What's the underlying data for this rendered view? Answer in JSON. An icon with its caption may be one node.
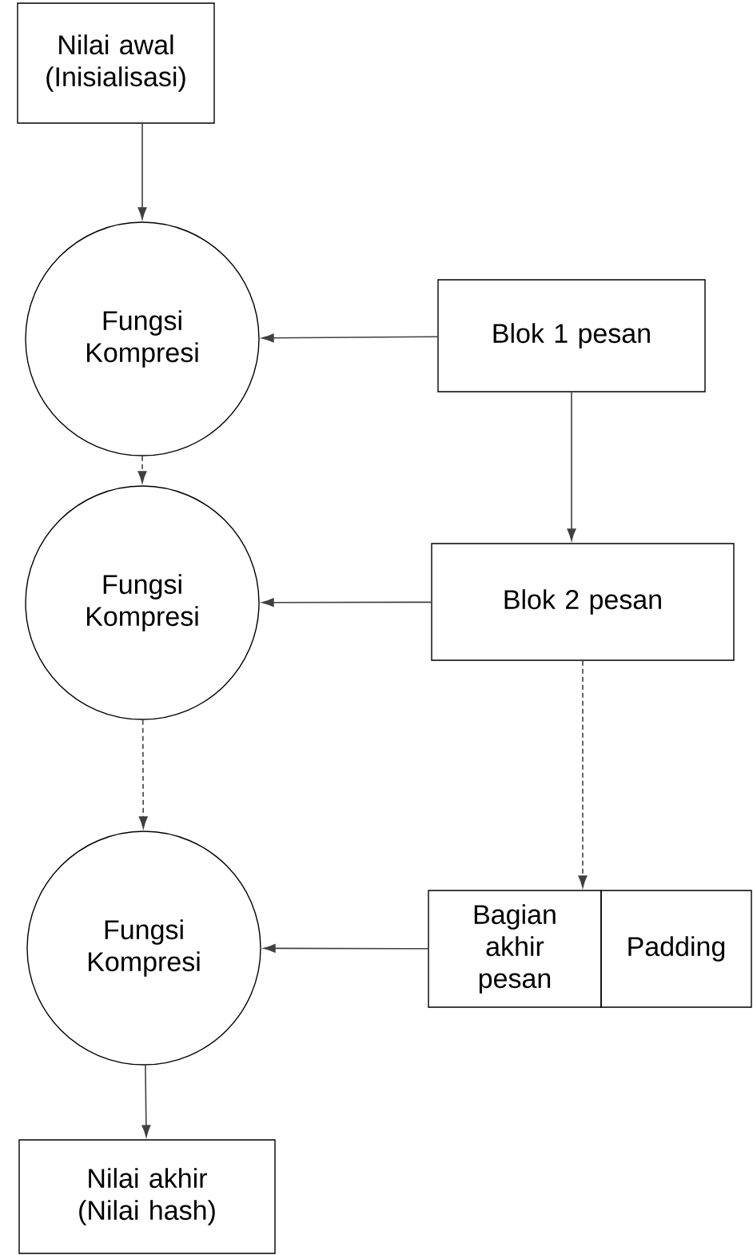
{
  "diagram": {
    "nodes": [
      {
        "text": [
          "Nilai awal (Inisialisasi)"
        ]
      },
      {
        "text": [
          "Fungsi Kompresi"
        ]
      },
      {
        "text": [
          "Blok 1 pesan"
        ]
      },
      {
        "text": [
          "Fungsi Kompresi"
        ]
      },
      {
        "text": [
          "Blok 2 pesan"
        ]
      },
      {
        "text": [
          "Fungsi Kompresi"
        ]
      },
      {
        "text": [
          "Bagian akhir pesan"
        ]
      },
      {
        "text": [
          "Padding"
        ]
      },
      {
        "text": [
          "Nilai akhir (Nilai hash)"
        ]
      }
    ],
    "edges": [
      {
        "from": 0,
        "to": 1,
        "arrow": "to"
      },
      {
        "from": 2,
        "to": 1,
        "arrow": "to"
      },
      {
        "from": 2,
        "to": 4,
        "arrow": "to"
      },
      {
        "from": 1,
        "to": 3,
        "arrow": "to",
        "style": "dashed"
      },
      {
        "from": 4,
        "to": 3,
        "arrow": "to"
      },
      {
        "from": 3,
        "to": 5,
        "arrow": "to",
        "style": "dashed"
      },
      {
        "from": 4,
        "to": 6,
        "arrow": "to",
        "style": "dashed"
      },
      {
        "from": 6,
        "to": 5,
        "arrow": "to"
      },
      {
        "from": 5,
        "to": 8,
        "arrow": "to"
      }
    ]
  }
}
